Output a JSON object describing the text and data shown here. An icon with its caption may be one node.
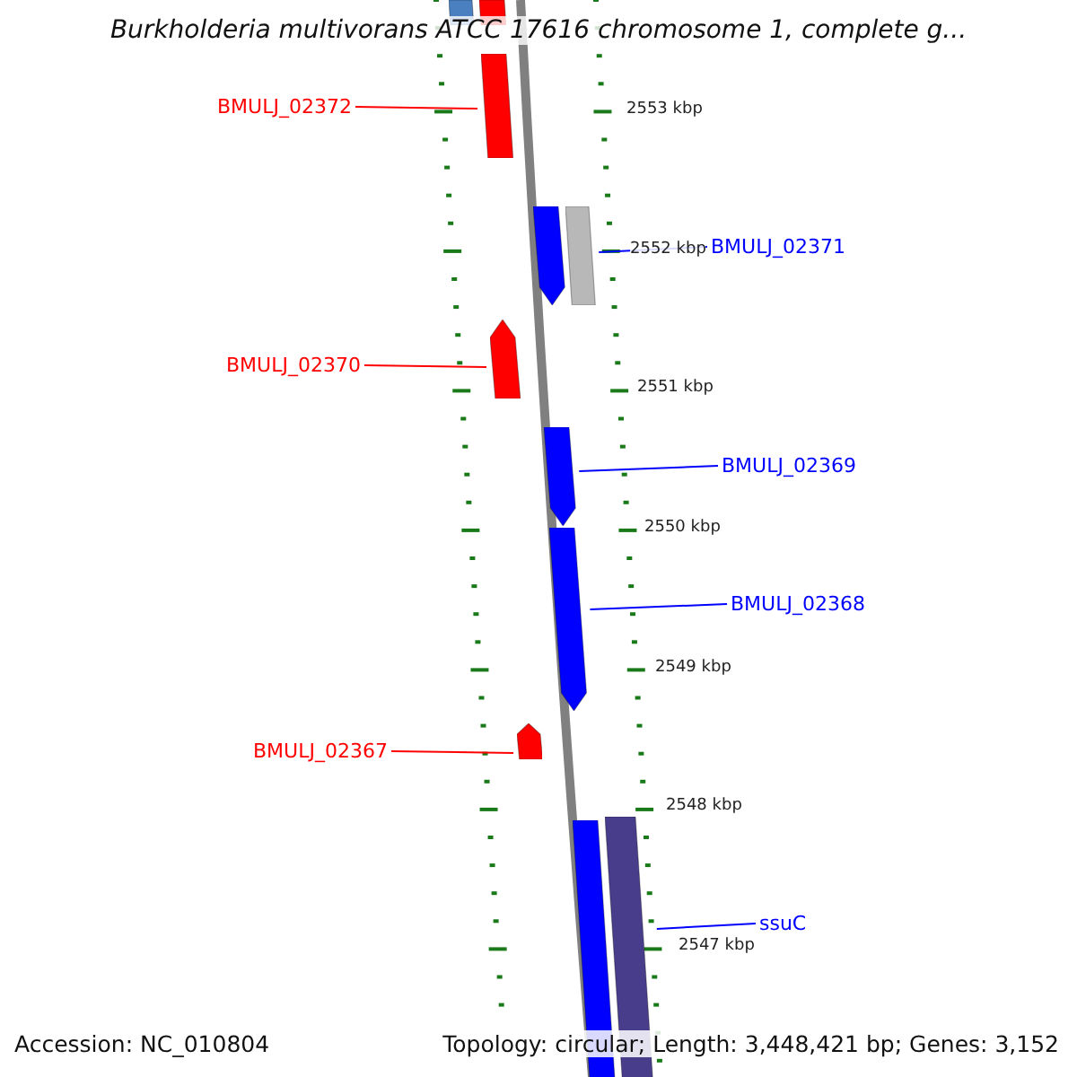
{
  "diagram": {
    "title": "Burkholderia multivorans ATCC 17616 chromosome 1, complete g...",
    "nodes": [
      {
        "text": [],
        "shape": "bar"
      },
      {
        "text": [],
        "shape": "bar"
      },
      {
        "text": [
          "BMULJ_02372"
        ]
      },
      {
        "text": [],
        "shape": "bar"
      },
      {
        "text": [],
        "shape": "bar"
      },
      {
        "text": [
          "BMULJ_02371"
        ]
      },
      {
        "text": [],
        "shape": "bar"
      },
      {
        "text": [
          "BMULJ_02370"
        ]
      },
      {
        "text": [],
        "shape": "bar"
      },
      {
        "text": [
          "BMULJ_02369"
        ]
      },
      {
        "text": [],
        "shape": "bar"
      },
      {
        "text": [
          "BMULJ_02368"
        ]
      },
      {
        "text": [],
        "shape": "bar"
      },
      {
        "text": [
          "BMULJ_02367"
        ]
      },
      {
        "text": [],
        "shape": "bar"
      },
      {
        "text": [],
        "shape": "bar"
      },
      {
        "text": [
          "ssuC"
        ]
      },
      {
        "text": [],
        "shape": "bar"
      }
    ],
    "edges": [
      {
        "from": 2,
        "to": 3,
        "arrow": "none",
        "color": "#ff0000"
      },
      {
        "from": 5,
        "to": 6,
        "arrow": "none",
        "color": "#0000ff"
      },
      {
        "from": 7,
        "to": 8,
        "arrow": "none",
        "color": "#ff0000"
      },
      {
        "from": 9,
        "to": 10,
        "arrow": "none",
        "color": "#0000ff"
      },
      {
        "from": 11,
        "to": 12,
        "arrow": "none",
        "color": "#0000ff"
      },
      {
        "from": 13,
        "to": 14,
        "arrow": "none",
        "color": "#ff0000"
      },
      {
        "from": 16,
        "to": 17,
        "arrow": "none",
        "color": "#0000ff"
      }
    ],
    "labels": [
      "2553 kbp",
      "2552 kbp",
      "2551 kbp",
      "2550 kbp",
      "2549 kbp",
      "2548 kbp",
      "2547 kbp",
      "Accession: NC_010804",
      "Topology: circular; Length: 3,448,421 bp; Genes: 3,152"
    ]
  }
}
